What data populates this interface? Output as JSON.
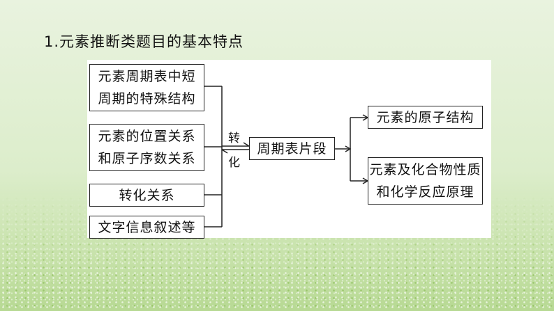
{
  "title": "1.元素推断类题目的基本特点",
  "diagram": {
    "inputs": [
      {
        "line1": "元素周期表中短",
        "line2": "周期的特殊结构"
      },
      {
        "line1": "元素的位置关系",
        "line2": "和原子序数关系"
      },
      {
        "line1": "转化关系"
      },
      {
        "line1": "文字信息叙述等"
      }
    ],
    "conversion_top": "转",
    "conversion_bottom": "化",
    "center": "周期表片段",
    "outputs": [
      {
        "line1": "元素的原子结构"
      },
      {
        "line1": "元素及化合物性质",
        "line2": "和化学反应原理"
      }
    ]
  }
}
